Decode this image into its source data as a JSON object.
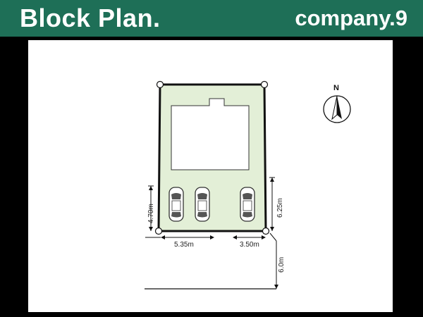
{
  "header": {
    "title": "Block Plan.",
    "company": "company.9",
    "background_color": "#1e6f57"
  },
  "plan": {
    "lot_fill_color": "#e3efd7",
    "north_label": "N",
    "dimensions": {
      "left_depth": "4.70m",
      "right_depth": "6.25m",
      "frontage_left": "5.35m",
      "frontage_right": "3.50m",
      "road_width": "6.0m"
    },
    "parking_spaces": 3
  }
}
